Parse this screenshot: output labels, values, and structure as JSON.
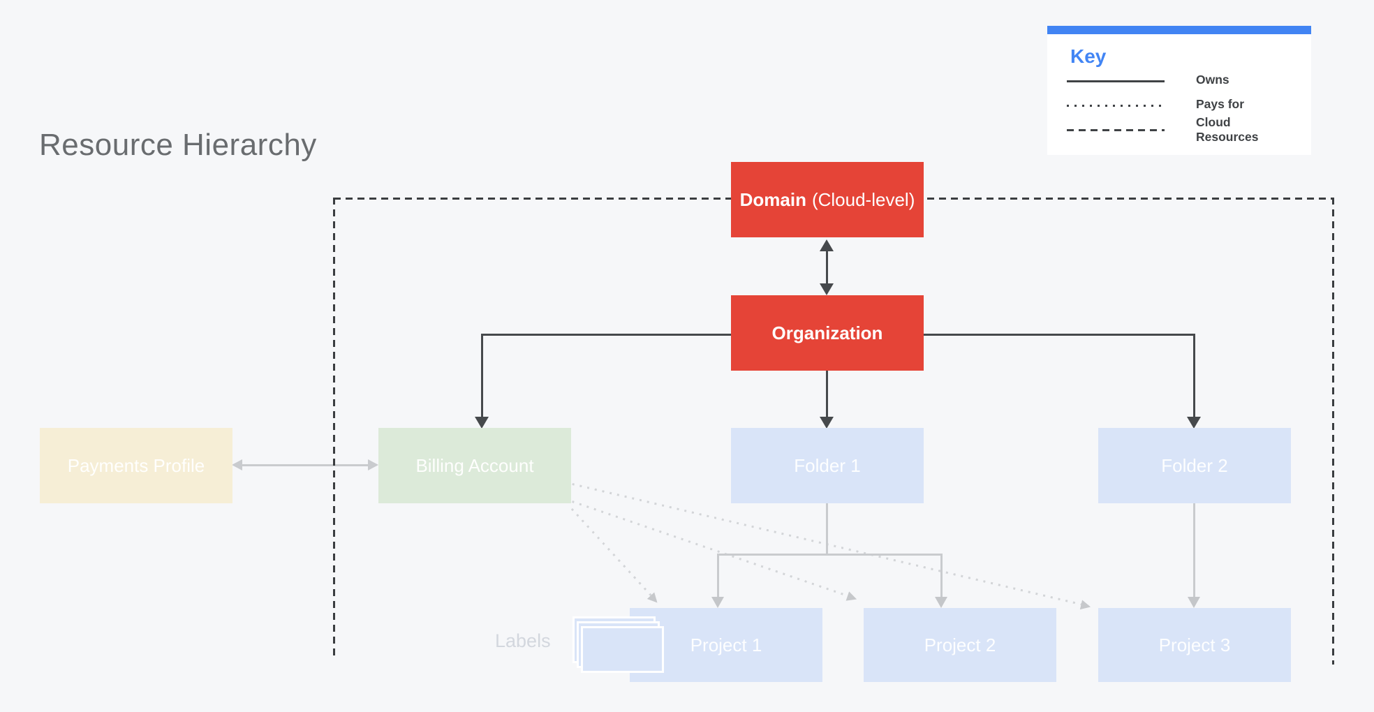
{
  "title": "Resource Hierarchy",
  "key": {
    "title": "Key",
    "items": [
      {
        "line_style": "solid",
        "label": "Owns"
      },
      {
        "line_style": "dotted",
        "label": "Pays for"
      },
      {
        "line_style": "dashed",
        "label": "Cloud Resources"
      }
    ]
  },
  "nodes": {
    "domain": {
      "name": "Domain",
      "suffix": "(Cloud-level)"
    },
    "organization": {
      "label": "Organization"
    },
    "payments_profile": {
      "label": "Payments Profile"
    },
    "billing_account": {
      "label": "Billing Account"
    },
    "folder1": {
      "label": "Folder 1"
    },
    "folder2": {
      "label": "Folder 2"
    },
    "project1": {
      "label": "Project 1"
    },
    "project2": {
      "label": "Project 2"
    },
    "project3": {
      "label": "Project 3"
    }
  },
  "labels_caption": "Labels",
  "edges": [
    {
      "from": "Domain",
      "to": "Organization",
      "type": "owns",
      "bidirectional": true
    },
    {
      "from": "Organization",
      "to": "Billing Account",
      "type": "owns"
    },
    {
      "from": "Organization",
      "to": "Folder 1",
      "type": "owns"
    },
    {
      "from": "Organization",
      "to": "Folder 2",
      "type": "owns"
    },
    {
      "from": "Folder 1",
      "to": "Project 1",
      "type": "owns"
    },
    {
      "from": "Folder 1",
      "to": "Project 2",
      "type": "owns"
    },
    {
      "from": "Folder 2",
      "to": "Project 3",
      "type": "owns"
    },
    {
      "from": "Payments Profile",
      "to": "Billing Account",
      "type": "owns",
      "bidirectional": true
    },
    {
      "from": "Billing Account",
      "to": "Project 1",
      "type": "pays_for"
    },
    {
      "from": "Billing Account",
      "to": "Project 2",
      "type": "pays_for"
    },
    {
      "from": "Billing Account",
      "to": "Project 3",
      "type": "pays_for"
    }
  ],
  "colors": {
    "background": "#f6f7f9",
    "red_node": "#e54437",
    "blue_node": "#d9e4f8",
    "green_node": "#dcead9",
    "cream_node": "#f6eed6",
    "key_accent": "#4285f4",
    "dark_line": "#46494c",
    "gray_line": "#c9cbce",
    "boundary_dash": "#3a3d40"
  }
}
